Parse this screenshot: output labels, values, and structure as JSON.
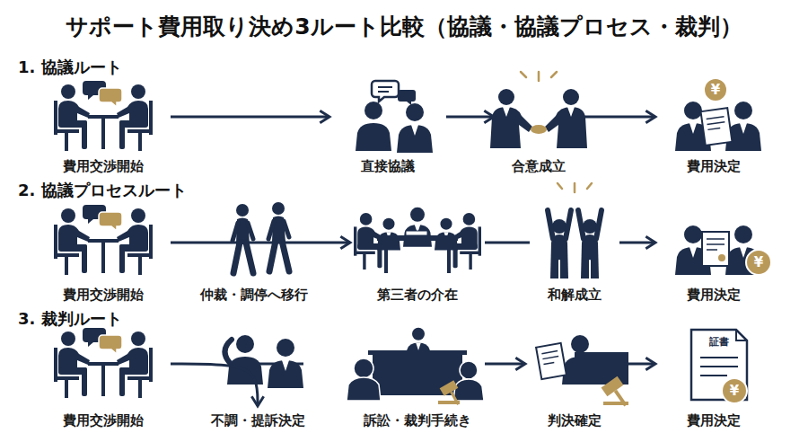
{
  "diagram": {
    "title": "サポート費用取り決め3ルート比較（協議・協議プロセス・裁判）",
    "nodes": [
      {
        "text": [
          "費用交渉開始"
        ]
      },
      {
        "text": [
          "直接協議"
        ]
      },
      {
        "text": [
          "合意成立"
        ]
      },
      {
        "text": [
          "費用決定"
        ]
      },
      {
        "text": [
          "費用交渉開始"
        ]
      },
      {
        "text": [
          "仲裁・調停へ移行"
        ]
      },
      {
        "text": [
          "第三者の介在"
        ]
      },
      {
        "text": [
          "和解成立"
        ]
      },
      {
        "text": [
          "費用決定"
        ]
      },
      {
        "text": [
          "費用交渉開始"
        ]
      },
      {
        "text": [
          "不調・提訴決定"
        ]
      },
      {
        "text": [
          "訴訟・裁判手続き"
        ]
      },
      {
        "text": [
          "判決確定"
        ]
      },
      {
        "text": [
          "費用決定"
        ]
      }
    ],
    "edges": [
      {
        "from": 0,
        "to": 1,
        "arrow": "to"
      },
      {
        "from": 1,
        "to": 2,
        "arrow": "to"
      },
      {
        "from": 2,
        "to": 3,
        "arrow": "to"
      },
      {
        "from": 4,
        "to": 5,
        "arrow": "none"
      },
      {
        "from": 5,
        "to": 6,
        "arrow": "to"
      },
      {
        "from": 6,
        "to": 7,
        "arrow": "none"
      },
      {
        "from": 7,
        "to": 8,
        "arrow": "to"
      },
      {
        "from": 9,
        "to": 10,
        "arrow": "to"
      },
      {
        "from": 11,
        "to": 12,
        "arrow": "to"
      },
      {
        "from": 12,
        "to": 13,
        "arrow": "to"
      }
    ],
    "labels": [
      "1. 協議ルート",
      "¥",
      "2. 協議プロセスルート",
      "¥",
      "3. 裁判ルート",
      "証書",
      "¥"
    ]
  }
}
